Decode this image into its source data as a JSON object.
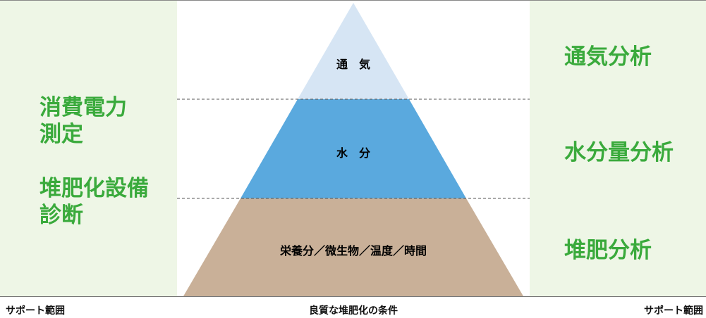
{
  "left_panel": {
    "items": [
      "消費電力\n測定",
      "堆肥化設備\n診断"
    ]
  },
  "right_panel": {
    "items": [
      "通気分析",
      "水分量分析",
      "堆肥分析"
    ]
  },
  "pyramid": {
    "tiers": [
      {
        "label": "通　気",
        "color": "#d6e5f4"
      },
      {
        "label": "水　分",
        "color": "#5aa9de"
      },
      {
        "label": "栄養分／微生物／温度／時間",
        "color": "#c9b098"
      }
    ]
  },
  "captions": {
    "left": "サポート範囲",
    "center": "良質な堆肥化の条件",
    "right": "サポート範囲"
  },
  "colors": {
    "panel_bg": "#eef6e6",
    "accent_green": "#3aaa3c"
  }
}
